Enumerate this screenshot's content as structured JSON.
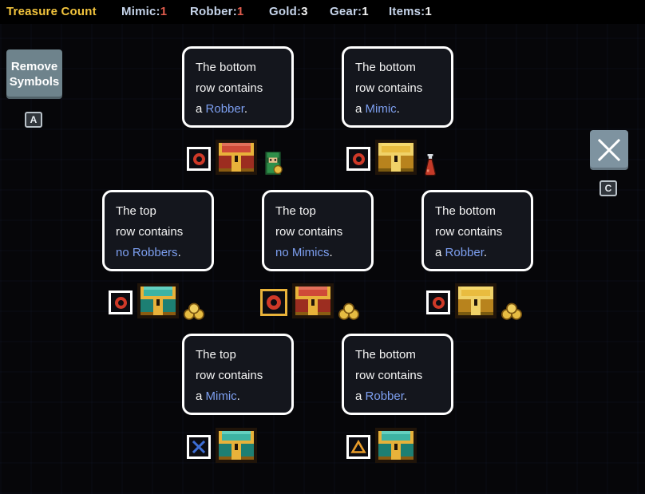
{
  "top_bar": {
    "title": "Treasure Count",
    "counters": [
      {
        "label": "Mimic:",
        "value": "1"
      },
      {
        "label": "Robber:",
        "value": "1"
      },
      {
        "label": "Gold:",
        "value": "3"
      },
      {
        "label": "Gear:",
        "value": "1"
      },
      {
        "label": "Items:",
        "value": "1"
      }
    ]
  },
  "controls": {
    "remove_symbols_label": "Remove Symbols",
    "remove_symbols_hotkey": "A",
    "x_stamp_hotkey": "C"
  },
  "colors": {
    "title_gold": "#f2c43d",
    "counter_label_blue": "#c6d4ea",
    "counter_value_red": "#e25d4e",
    "hint_highlight_blue": "#7d9ff0",
    "mark_red": "#cf3928",
    "mark_blue": "#3d6ed6",
    "mark_orange": "#e89c2a",
    "bubble_border": "#ffffff"
  },
  "chests": [
    {
      "hint_line1": "The bottom",
      "hint_line2": "row contains",
      "hint_pre": "a ",
      "hint_key": "Robber",
      "hint_post": ".",
      "symbol": "circle",
      "box": "white",
      "chest": "red",
      "loot": "robber"
    },
    {
      "hint_line1": "The bottom",
      "hint_line2": "row contains",
      "hint_pre": "a ",
      "hint_key": "Mimic",
      "hint_post": ".",
      "symbol": "circle",
      "box": "white",
      "chest": "gold",
      "loot": "potion"
    },
    {
      "hint_line1": "The top",
      "hint_line2": "row contains",
      "hint_pre": "",
      "hint_key": "no Robbers",
      "hint_post": ".",
      "symbol": "circle",
      "box": "white",
      "chest": "teal",
      "loot": "coins"
    },
    {
      "hint_line1": "The top",
      "hint_line2": "row contains",
      "hint_pre": "",
      "hint_key": "no Mimics",
      "hint_post": ".",
      "symbol": "circle",
      "box": "yellow",
      "chest": "red",
      "loot": "coins"
    },
    {
      "hint_line1": "The bottom",
      "hint_line2": "row contains",
      "hint_pre": "a ",
      "hint_key": "Robber",
      "hint_post": ".",
      "symbol": "circle",
      "box": "white",
      "chest": "gold",
      "loot": "coins"
    },
    {
      "hint_line1": "The top",
      "hint_line2": "row contains",
      "hint_pre": "a ",
      "hint_key": "Mimic",
      "hint_post": ".",
      "symbol": "x",
      "box": "white",
      "chest": "teal",
      "loot": "none"
    },
    {
      "hint_line1": "The bottom",
      "hint_line2": "row contains",
      "hint_pre": "a ",
      "hint_key": "Robber",
      "hint_post": ".",
      "symbol": "triangle",
      "box": "white",
      "chest": "teal",
      "loot": "none"
    }
  ]
}
